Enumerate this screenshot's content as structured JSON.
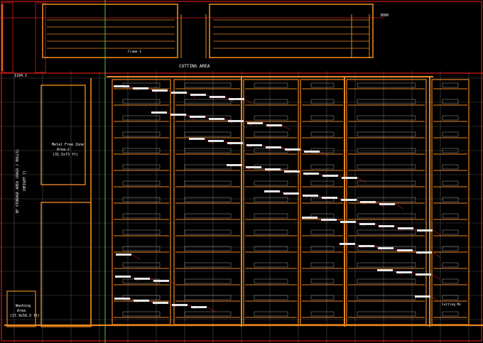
{
  "drawing": {
    "title": "CAD layout – cable tray routing",
    "colors": {
      "background": "#000000",
      "tray": "#e8861f",
      "wall": "#d51a1a",
      "grid": "#7a7a7a",
      "text": "#ffffff",
      "guide": "#3fd23f"
    }
  },
  "labels": {
    "cutting_area": "CUTTING AREA",
    "zone_top_left": "1104.1",
    "zone_top_right": "3600",
    "metal_free_zone": "Metal Free Zone",
    "metal_free_area": "Area-2",
    "metal_free_dims": "(31.5x73 ft)",
    "storage_area": "BF STORAGE AREA (RAGS / ROLLS)",
    "storage_height": "(HEIGHT 7)",
    "wash_area": "Washing",
    "wash_sub": "Area",
    "wash_dims": "(17.9x56.5 ft)",
    "frame_label": "Frame 1",
    "cutting_label": "Cutting Mc"
  }
}
